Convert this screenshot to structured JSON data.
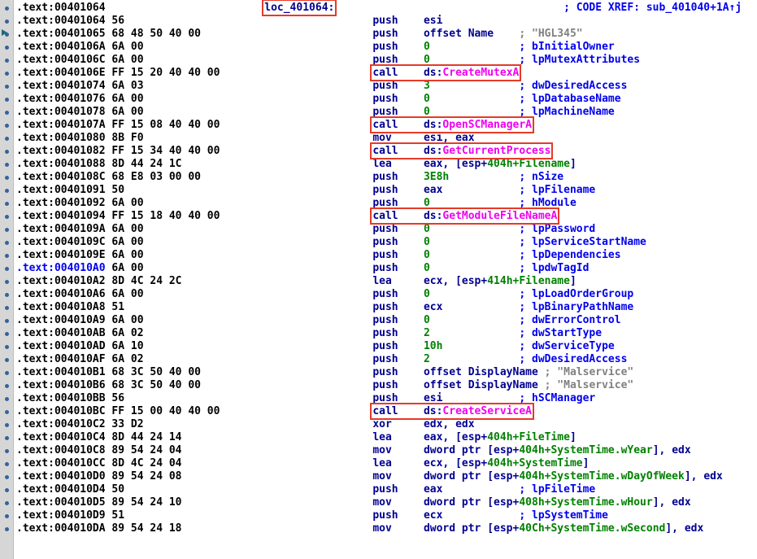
{
  "palette": {
    "addr": "#000000",
    "addr_hl": "#0000ee",
    "bytes": "#000000",
    "code": "#000090",
    "num": "#008000",
    "import": "#f000f0",
    "comment": "#0000ee",
    "string": "#808080",
    "box": "#e53b28",
    "margin_bg": "#d6d6d6",
    "dot": "#34639b",
    "background": "#ffffff"
  },
  "listing": {
    "lines": [
      {
        "addr": ".text:00401064",
        "label": "loc_401064:",
        "xref": "; CODE XREF: sub_401040+1A↑j"
      },
      {
        "addr": ".text:00401064",
        "bytes": "56",
        "mnem": "push",
        "ops": [
          [
            "esi",
            "code"
          ]
        ]
      },
      {
        "addr": ".text:00401065",
        "bytes": "68 48 50 40 00",
        "mnem": "push",
        "ops": [
          [
            "offset Name",
            "code"
          ]
        ],
        "cmt": [
          "; \"HGL345\"",
          "string"
        ]
      },
      {
        "addr": ".text:0040106A",
        "bytes": "6A 00",
        "mnem": "push",
        "ops": [
          [
            "0",
            "num"
          ]
        ],
        "cmt": [
          "; bInitialOwner",
          "comment"
        ]
      },
      {
        "addr": ".text:0040106C",
        "bytes": "6A 00",
        "mnem": "push",
        "ops": [
          [
            "0",
            "num"
          ]
        ],
        "cmt": [
          "; lpMutexAttributes",
          "comment"
        ]
      },
      {
        "addr": ".text:0040106E",
        "bytes": "FF 15 20 40 40 00",
        "mnem": "call",
        "ops": [
          [
            "ds:",
            "code"
          ],
          [
            "CreateMutexA",
            "import"
          ]
        ],
        "boxed": true
      },
      {
        "addr": ".text:00401074",
        "bytes": "6A 03",
        "mnem": "push",
        "ops": [
          [
            "3",
            "num"
          ]
        ],
        "cmt": [
          "; dwDesiredAccess",
          "comment"
        ]
      },
      {
        "addr": ".text:00401076",
        "bytes": "6A 00",
        "mnem": "push",
        "ops": [
          [
            "0",
            "num"
          ]
        ],
        "cmt": [
          "; lpDatabaseName",
          "comment"
        ]
      },
      {
        "addr": ".text:00401078",
        "bytes": "6A 00",
        "mnem": "push",
        "ops": [
          [
            "0",
            "num"
          ]
        ],
        "cmt": [
          "; lpMachineName",
          "comment"
        ]
      },
      {
        "addr": ".text:0040107A",
        "bytes": "FF 15 08 40 40 00",
        "mnem": "call",
        "ops": [
          [
            "ds:",
            "code"
          ],
          [
            "OpenSCManagerA",
            "import"
          ]
        ],
        "boxed": true
      },
      {
        "addr": ".text:00401080",
        "bytes": "8B F0",
        "mnem": "mov",
        "ops": [
          [
            "esi, eax",
            "code"
          ]
        ]
      },
      {
        "addr": ".text:00401082",
        "bytes": "FF 15 34 40 40 00",
        "mnem": "call",
        "ops": [
          [
            "ds:",
            "code"
          ],
          [
            "GetCurrentProcess",
            "import"
          ]
        ],
        "boxed": true
      },
      {
        "addr": ".text:00401088",
        "bytes": "8D 44 24 1C",
        "mnem": "lea",
        "ops": [
          [
            "eax, [esp+",
            "code"
          ],
          [
            "404h+Filename",
            "num"
          ],
          [
            "]",
            "code"
          ]
        ]
      },
      {
        "addr": ".text:0040108C",
        "bytes": "68 E8 03 00 00",
        "mnem": "push",
        "ops": [
          [
            "3E8h",
            "num"
          ]
        ],
        "cmt": [
          "; nSize",
          "comment"
        ]
      },
      {
        "addr": ".text:00401091",
        "bytes": "50",
        "mnem": "push",
        "ops": [
          [
            "eax",
            "code"
          ]
        ],
        "cmt": [
          "; lpFilename",
          "comment"
        ]
      },
      {
        "addr": ".text:00401092",
        "bytes": "6A 00",
        "mnem": "push",
        "ops": [
          [
            "0",
            "num"
          ]
        ],
        "cmt": [
          "; hModule",
          "comment"
        ]
      },
      {
        "addr": ".text:00401094",
        "bytes": "FF 15 18 40 40 00",
        "mnem": "call",
        "ops": [
          [
            "ds:",
            "code"
          ],
          [
            "GetModuleFileNameA",
            "import"
          ]
        ],
        "boxed": true
      },
      {
        "addr": ".text:0040109A",
        "bytes": "6A 00",
        "mnem": "push",
        "ops": [
          [
            "0",
            "num"
          ]
        ],
        "cmt": [
          "; lpPassword",
          "comment"
        ]
      },
      {
        "addr": ".text:0040109C",
        "bytes": "6A 00",
        "mnem": "push",
        "ops": [
          [
            "0",
            "num"
          ]
        ],
        "cmt": [
          "; lpServiceStartName",
          "comment"
        ]
      },
      {
        "addr": ".text:0040109E",
        "bytes": "6A 00",
        "mnem": "push",
        "ops": [
          [
            "0",
            "num"
          ]
        ],
        "cmt": [
          "; lpDependencies",
          "comment"
        ]
      },
      {
        "addr": ".text:004010A0",
        "hl": true,
        "bytes": "6A 00",
        "mnem": "push",
        "ops": [
          [
            "0",
            "num"
          ]
        ],
        "cmt": [
          "; lpdwTagId",
          "comment"
        ]
      },
      {
        "addr": ".text:004010A2",
        "bytes": "8D 4C 24 2C",
        "mnem": "lea",
        "ops": [
          [
            "ecx, [esp+",
            "code"
          ],
          [
            "414h+Filename",
            "num"
          ],
          [
            "]",
            "code"
          ]
        ]
      },
      {
        "addr": ".text:004010A6",
        "bytes": "6A 00",
        "mnem": "push",
        "ops": [
          [
            "0",
            "num"
          ]
        ],
        "cmt": [
          "; lpLoadOrderGroup",
          "comment"
        ]
      },
      {
        "addr": ".text:004010A8",
        "bytes": "51",
        "mnem": "push",
        "ops": [
          [
            "ecx",
            "code"
          ]
        ],
        "cmt": [
          "; lpBinaryPathName",
          "comment"
        ]
      },
      {
        "addr": ".text:004010A9",
        "bytes": "6A 00",
        "mnem": "push",
        "ops": [
          [
            "0",
            "num"
          ]
        ],
        "cmt": [
          "; dwErrorControl",
          "comment"
        ]
      },
      {
        "addr": ".text:004010AB",
        "bytes": "6A 02",
        "mnem": "push",
        "ops": [
          [
            "2",
            "num"
          ]
        ],
        "cmt": [
          "; dwStartType",
          "comment"
        ]
      },
      {
        "addr": ".text:004010AD",
        "bytes": "6A 10",
        "mnem": "push",
        "ops": [
          [
            "10h",
            "num"
          ]
        ],
        "cmt": [
          "; dwServiceType",
          "comment"
        ]
      },
      {
        "addr": ".text:004010AF",
        "bytes": "6A 02",
        "mnem": "push",
        "ops": [
          [
            "2",
            "num"
          ]
        ],
        "cmt": [
          "; dwDesiredAccess",
          "comment"
        ]
      },
      {
        "addr": ".text:004010B1",
        "bytes": "68 3C 50 40 00",
        "mnem": "push",
        "ops": [
          [
            "offset DisplayName",
            "code"
          ]
        ],
        "cmt": [
          "; \"Malservice\"",
          "string"
        ]
      },
      {
        "addr": ".text:004010B6",
        "bytes": "68 3C 50 40 00",
        "mnem": "push",
        "ops": [
          [
            "offset DisplayName",
            "code"
          ]
        ],
        "cmt": [
          "; \"Malservice\"",
          "string"
        ]
      },
      {
        "addr": ".text:004010BB",
        "bytes": "56",
        "mnem": "push",
        "ops": [
          [
            "esi",
            "code"
          ]
        ],
        "cmt": [
          "; hSCManager",
          "comment"
        ]
      },
      {
        "addr": ".text:004010BC",
        "bytes": "FF 15 00 40 40 00",
        "mnem": "call",
        "ops": [
          [
            "ds:",
            "code"
          ],
          [
            "CreateServiceA",
            "import"
          ]
        ],
        "boxed": true
      },
      {
        "addr": ".text:004010C2",
        "bytes": "33 D2",
        "mnem": "xor",
        "ops": [
          [
            "edx, edx",
            "code"
          ]
        ]
      },
      {
        "addr": ".text:004010C4",
        "bytes": "8D 44 24 14",
        "mnem": "lea",
        "ops": [
          [
            "eax, [esp+",
            "code"
          ],
          [
            "404h+FileTime",
            "num"
          ],
          [
            "]",
            "code"
          ]
        ]
      },
      {
        "addr": ".text:004010C8",
        "bytes": "89 54 24 04",
        "mnem": "mov",
        "ops": [
          [
            "dword ptr [esp+",
            "code"
          ],
          [
            "404h+SystemTime.wYear",
            "num"
          ],
          [
            "], edx",
            "code"
          ]
        ]
      },
      {
        "addr": ".text:004010CC",
        "bytes": "8D 4C 24 04",
        "mnem": "lea",
        "ops": [
          [
            "ecx, [esp+",
            "code"
          ],
          [
            "404h+SystemTime",
            "num"
          ],
          [
            "]",
            "code"
          ]
        ]
      },
      {
        "addr": ".text:004010D0",
        "bytes": "89 54 24 08",
        "mnem": "mov",
        "ops": [
          [
            "dword ptr [esp+",
            "code"
          ],
          [
            "404h+SystemTime.wDayOfWeek",
            "num"
          ],
          [
            "], edx",
            "code"
          ]
        ]
      },
      {
        "addr": ".text:004010D4",
        "bytes": "50",
        "mnem": "push",
        "ops": [
          [
            "eax",
            "code"
          ]
        ],
        "cmt": [
          "; lpFileTime",
          "comment"
        ]
      },
      {
        "addr": ".text:004010D5",
        "bytes": "89 54 24 10",
        "mnem": "mov",
        "ops": [
          [
            "dword ptr [esp+",
            "code"
          ],
          [
            "408h+SystemTime.wHour",
            "num"
          ],
          [
            "], edx",
            "code"
          ]
        ]
      },
      {
        "addr": ".text:004010D9",
        "bytes": "51",
        "mnem": "push",
        "ops": [
          [
            "ecx",
            "code"
          ]
        ],
        "cmt": [
          "; lpSystemTime",
          "comment"
        ]
      },
      {
        "addr": ".text:004010DA",
        "bytes": "89 54 24 18",
        "mnem": "mov",
        "ops": [
          [
            "dword ptr [esp+",
            "code"
          ],
          [
            "40Ch+SystemTime.wSecond",
            "num"
          ],
          [
            "], edx",
            "code"
          ]
        ]
      }
    ]
  }
}
